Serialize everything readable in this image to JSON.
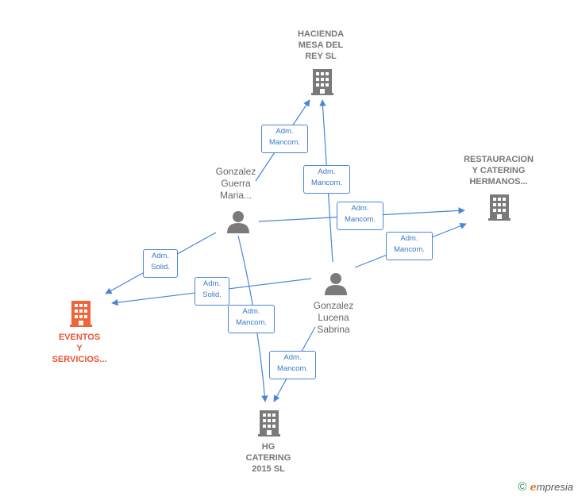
{
  "nodes": {
    "hacienda": {
      "lines": [
        "HACIENDA",
        "MESA DEL",
        "REY  SL"
      ]
    },
    "restauracion": {
      "lines": [
        "RESTAURACION",
        "Y CATERING",
        "HERMANOS..."
      ]
    },
    "eventos": {
      "lines": [
        "EVENTOS",
        "Y",
        "SERVICIOS..."
      ]
    },
    "hg": {
      "lines": [
        "HG",
        "CATERING",
        "2015  SL"
      ]
    },
    "gonzalez_guerra": {
      "lines": [
        "Gonzalez",
        "Guerra",
        "Maria..."
      ]
    },
    "gonzalez_lucena": {
      "lines": [
        "Gonzalez",
        "Lucena",
        "Sabrina"
      ]
    }
  },
  "edges": {
    "e1": {
      "line1": "Adm.",
      "line2": "Mancom."
    },
    "e2": {
      "line1": "Adm.",
      "line2": "Mancom."
    },
    "e3": {
      "line1": "Adm.",
      "line2": "Mancom."
    },
    "e4": {
      "line1": "Adm.",
      "line2": "Mancom."
    },
    "e5": {
      "line1": "Adm.",
      "line2": "Solid."
    },
    "e6": {
      "line1": "Adm.",
      "line2": "Solid."
    },
    "e7": {
      "line1": "Adm.",
      "line2": "Mancom."
    },
    "e8": {
      "line1": "Adm.",
      "line2": "Mancom."
    }
  },
  "colors": {
    "edge": "#4a86d8",
    "company_icon": "#7a7a7a",
    "highlight": "#f0643a",
    "person_icon": "#7a7a7a"
  },
  "footer": {
    "copyright_symbol": "©",
    "brand_initial": "e",
    "brand_rest": "mpresia"
  }
}
